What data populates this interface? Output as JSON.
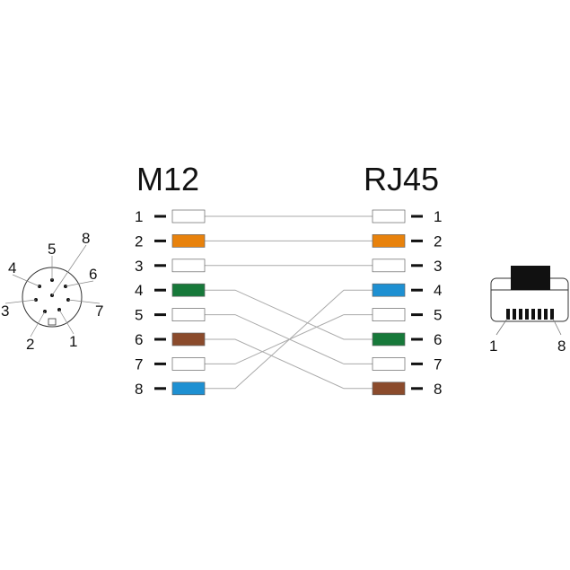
{
  "left_title": "M12",
  "right_title": "RJ45",
  "pin_numbers": [
    "1",
    "2",
    "3",
    "4",
    "5",
    "6",
    "7",
    "8"
  ],
  "left_colors": [
    "#ffffff",
    "#e8820c",
    "#ffffff",
    "#17793a",
    "#ffffff",
    "#8b4b2c",
    "#ffffff",
    "#1e90d2"
  ],
  "right_colors": [
    "#ffffff",
    "#e8820c",
    "#ffffff",
    "#1e90d2",
    "#ffffff",
    "#17793a",
    "#ffffff",
    "#8b4b2c"
  ],
  "wiring": [
    [
      1,
      1
    ],
    [
      2,
      2
    ],
    [
      3,
      3
    ],
    [
      4,
      6
    ],
    [
      5,
      7
    ],
    [
      6,
      8
    ],
    [
      7,
      5
    ],
    [
      8,
      4
    ]
  ],
  "m12_face_labels": [
    "1",
    "2",
    "3",
    "4",
    "5",
    "6",
    "7",
    "8"
  ],
  "rj45_face_labels": [
    "1",
    "8"
  ]
}
